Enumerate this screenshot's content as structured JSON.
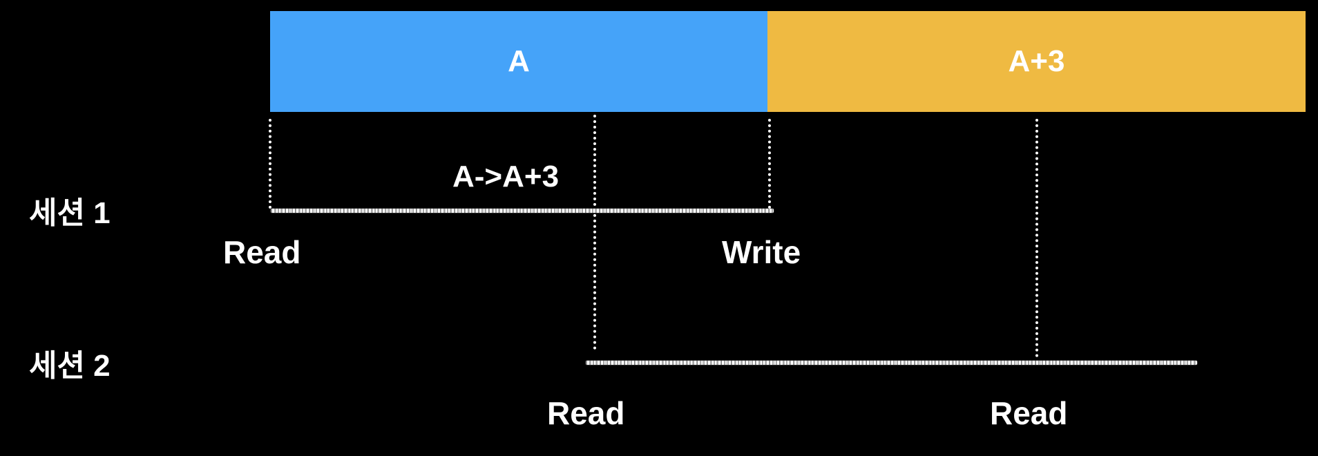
{
  "colors": {
    "background": "#000000",
    "bar_a": "#45A3F9",
    "bar_b": "#EFBA42",
    "text": "#FFFFFF"
  },
  "bars": {
    "a_label": "A",
    "b_label": "A+3"
  },
  "operation_label": "A->A+3",
  "sessions": {
    "one": {
      "label": "세션 1",
      "events": [
        "Read",
        "Write"
      ]
    },
    "two": {
      "label": "세션 2",
      "events": [
        "Read",
        "Read"
      ]
    }
  }
}
